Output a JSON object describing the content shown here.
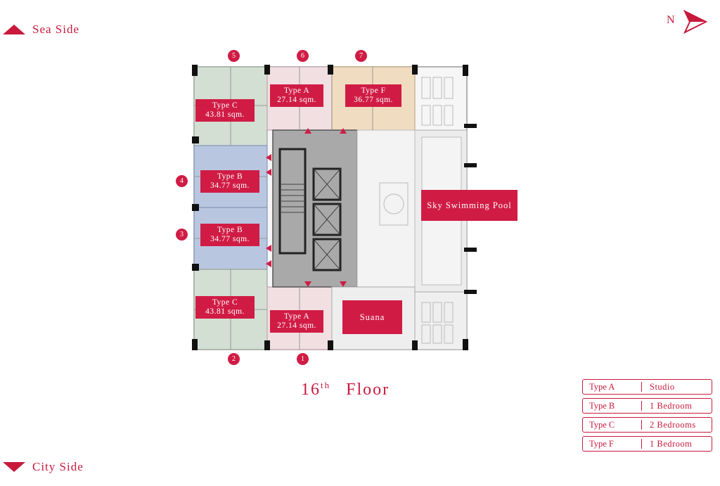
{
  "orientation": {
    "sea_side": "Sea Side",
    "city_side": "City Side",
    "north": "N"
  },
  "floor": {
    "number": "16",
    "suffix": "th",
    "word": "Floor"
  },
  "units": [
    {
      "number": "5",
      "type": "Type C",
      "area": "43.81 sqm."
    },
    {
      "number": "6",
      "type": "Type A",
      "area": "27.14 sqm."
    },
    {
      "number": "7",
      "type": "Type F",
      "area": "36.77 sqm."
    },
    {
      "number": "4",
      "type": "Type B",
      "area": "34.77 sqm."
    },
    {
      "number": "3",
      "type": "Type B",
      "area": "34.77 sqm."
    },
    {
      "number": "2",
      "type": "Type C",
      "area": "43.81 sqm."
    },
    {
      "number": "1",
      "type": "Type A",
      "area": "27.14 sqm."
    }
  ],
  "amenities": {
    "pool": "Sky Swimming Pool",
    "sauna": "Suana"
  },
  "legend": [
    {
      "type": "Type A",
      "desc": "Studio"
    },
    {
      "type": "Type B",
      "desc": "1 Bedroom"
    },
    {
      "type": "Type C",
      "desc": "2 Bedrooms"
    },
    {
      "type": "Type F",
      "desc": "1 Bedroom"
    }
  ],
  "colors": {
    "accent": "#d01c45",
    "type_a": "#f1dfe2",
    "type_b": "#b9c6e0",
    "type_c": "#d3dfd3",
    "type_f": "#f0dcc0",
    "core": "#a9a9a9"
  }
}
